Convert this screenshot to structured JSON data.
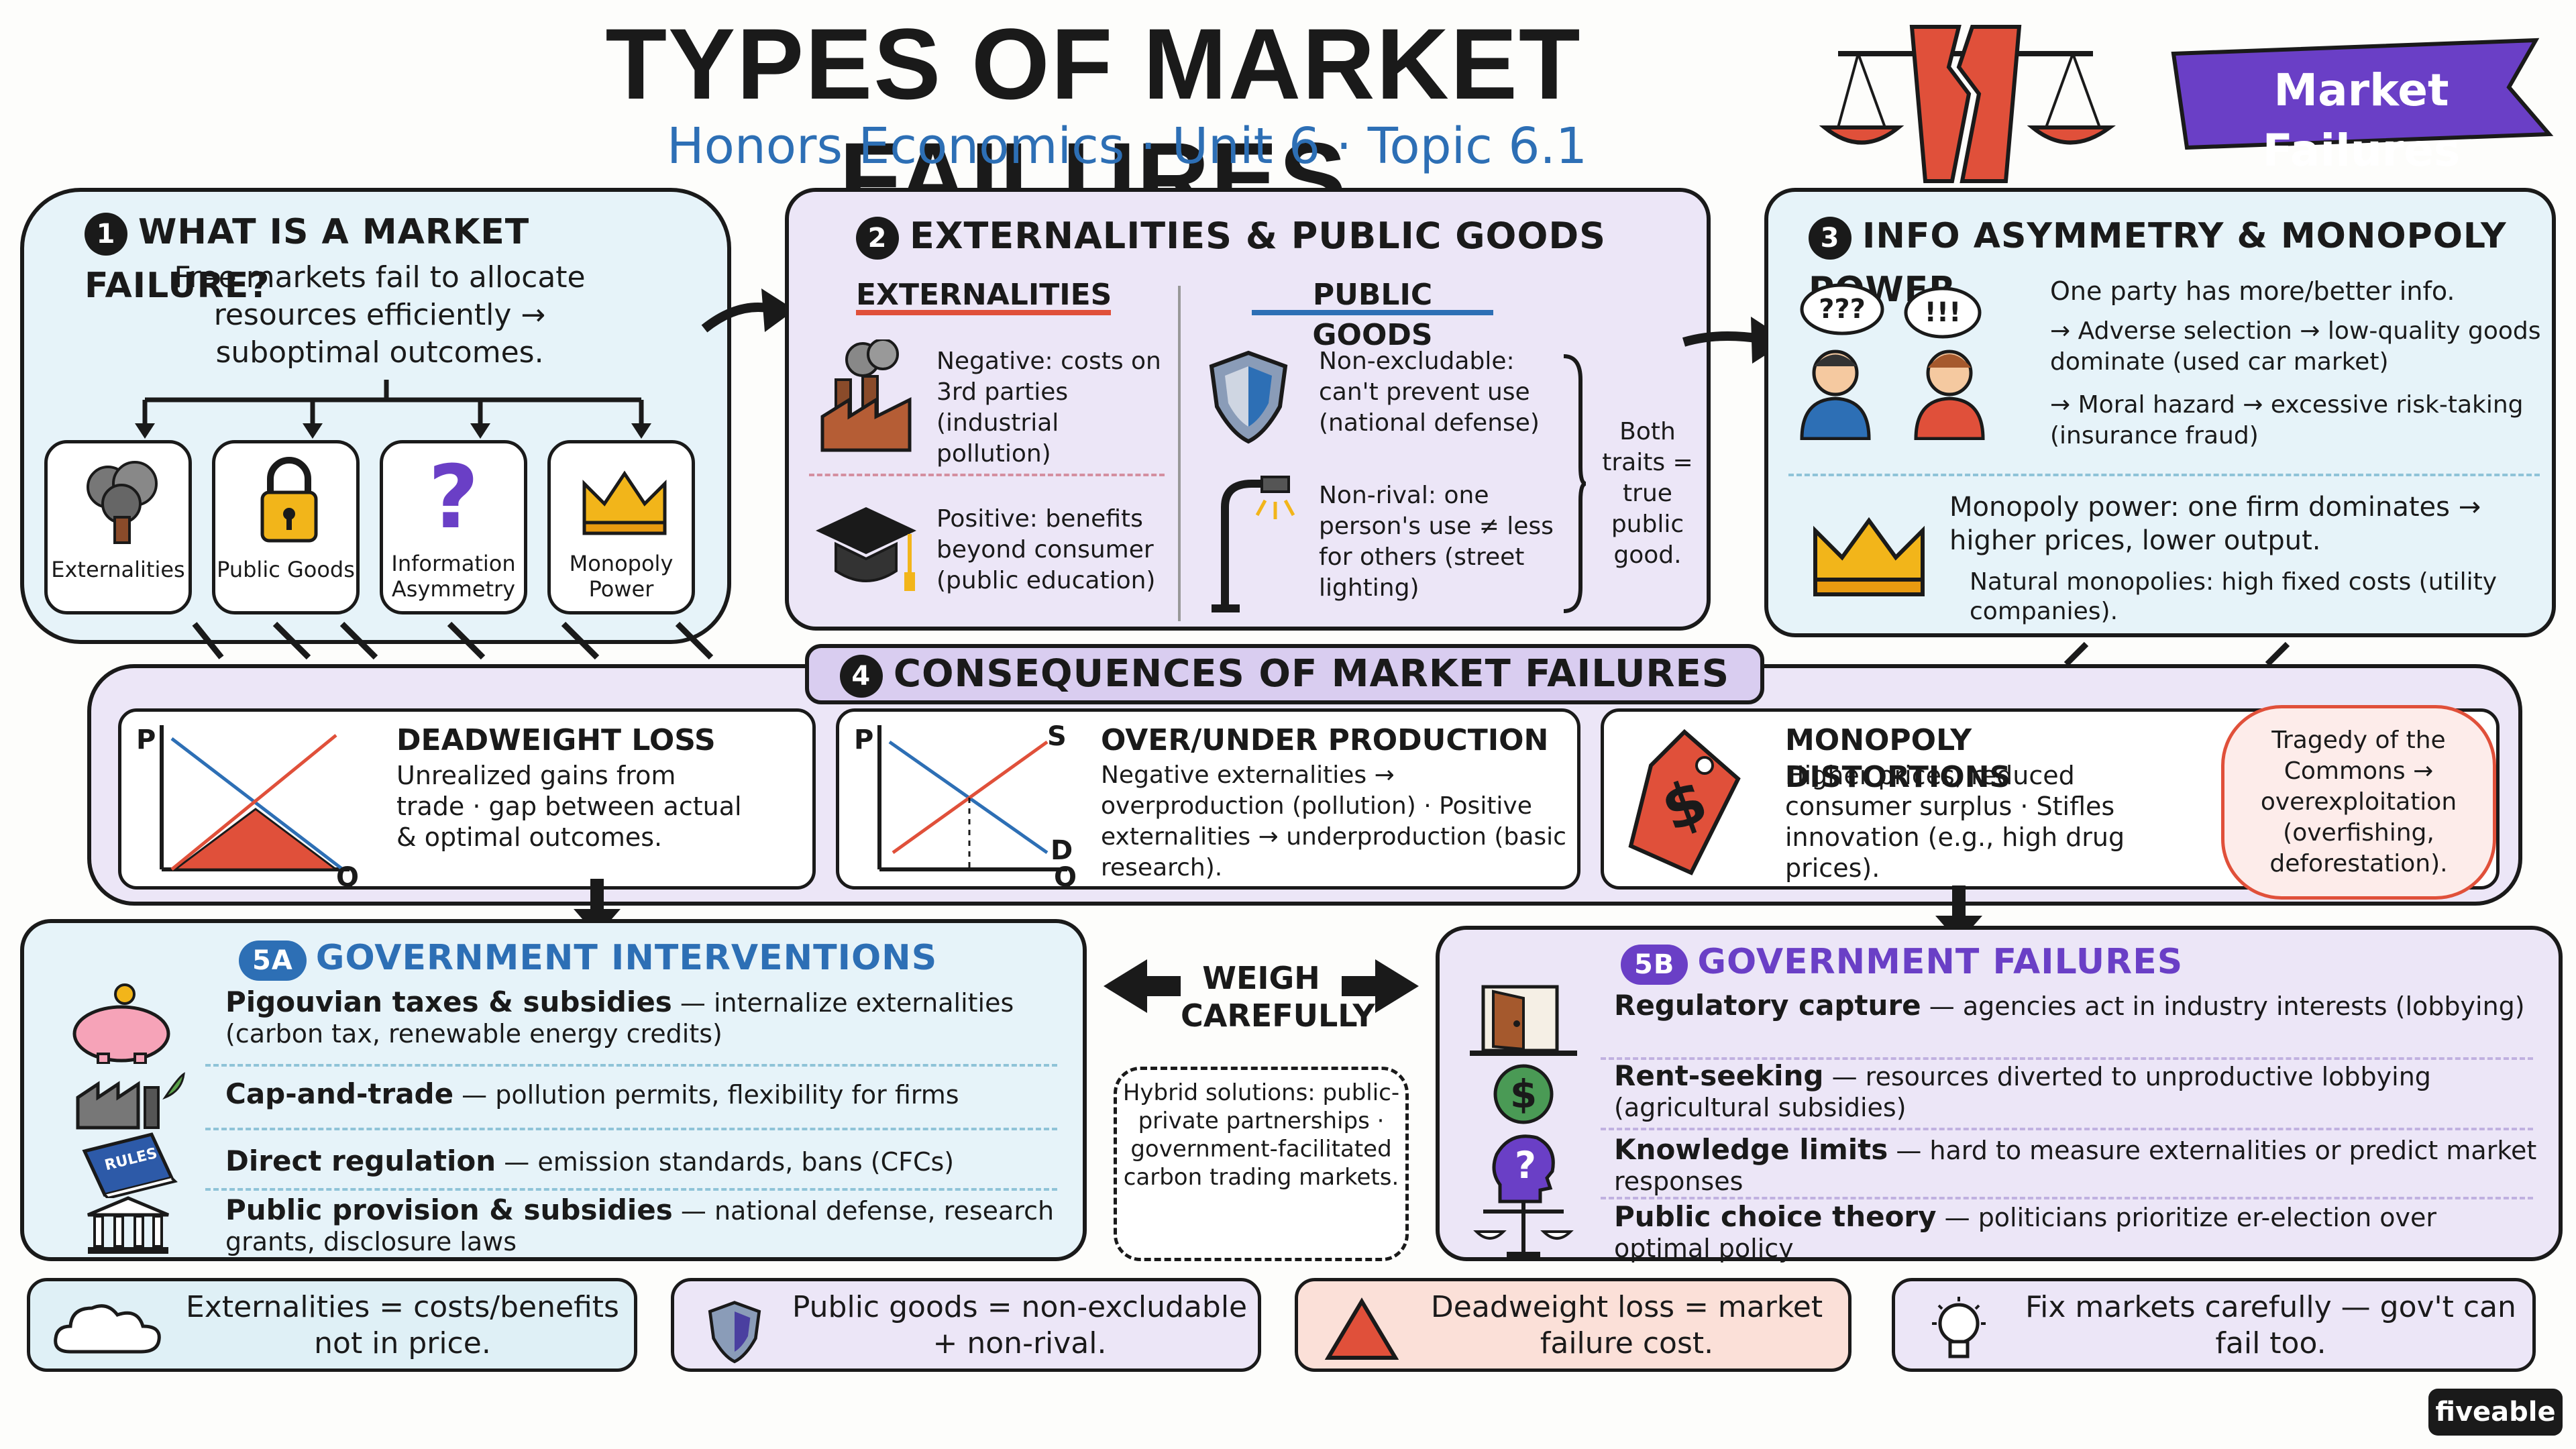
{
  "title": "TYPES OF MARKET FAILURES",
  "subtitle": "Honors Economics · Unit 6 · Topic 6.1",
  "banner": "Market Failures",
  "section1": {
    "num": "1",
    "heading": "WHAT IS A MARKET FAILURE?",
    "body": "Free markets fail to allocate resources efficiently → suboptimal outcomes.",
    "types": [
      "Externalities",
      "Public Goods",
      "Information Asymmetry",
      "Monopoly Power"
    ]
  },
  "section2": {
    "num": "2",
    "heading": "EXTERNALITIES & PUBLIC GOODS",
    "ext_heading": "EXTERNALITIES",
    "ext_negative": "Negative: costs on 3rd parties (industrial pollution)",
    "ext_positive": "Positive: benefits beyond consumer (public education)",
    "pg_heading": "PUBLIC GOODS",
    "pg_nonexcl": "Non-excludable: can't prevent use (national defense)",
    "pg_nonrival": "Non-rival: one person's use ≠ less for others (street lighting)",
    "pg_both": "Both traits = true public good."
  },
  "section3": {
    "num": "3",
    "heading": "INFO ASYMMETRY & MONOPOLY POWER",
    "bubble1": "???",
    "bubble2": "!!!",
    "intro": "One party has more/better info.",
    "adverse": "→ Adverse selection → low-quality goods dominate (used car market)",
    "moral": "→ Moral hazard → excessive risk-taking (insurance fraud)",
    "monopoly": "Monopoly power: one firm dominates → higher prices, lower output.",
    "natural": "Natural monopolies: high fixed costs (utility companies)."
  },
  "section4": {
    "num": "4",
    "heading": "CONSEQUENCES OF MARKET FAILURES",
    "dwl_heading": "DEADWEIGHT LOSS",
    "dwl_body": "Unrealized gains from trade · gap between actual & optimal outcomes.",
    "prod_heading": "OVER/UNDER PRODUCTION",
    "prod_body": "Negative externalities → overproduction (pollution) · Positive externalities → underproduction (basic research).",
    "mono_heading": "MONOPOLY DISTORTIONS",
    "mono_body": "Higher prices, reduced consumer surplus · Stifles innovation (e.g., high drug prices).",
    "tragedy": "Tragedy of the Commons → overexploitation (overfishing, deforestation).",
    "axis_p": "P",
    "axis_q": "Q",
    "axis_s": "S",
    "axis_d": "D",
    "price_tag": "$"
  },
  "section5a": {
    "num": "5A",
    "heading": "GOVERNMENT INTERVENTIONS",
    "items": [
      {
        "bold": "Pigouvian taxes & subsidies",
        "rest": " — internalize externalities (carbon tax, renewable energy credits)"
      },
      {
        "bold": "Cap-and-trade",
        "rest": " — pollution permits, flexibility for firms"
      },
      {
        "bold": "Direct regulation",
        "rest": " — emission standards, bans (CFCs)"
      },
      {
        "bold": "Public provision & subsidies",
        "rest": " — national defense, research grants, disclosure laws"
      }
    ],
    "rules_label": "RULES"
  },
  "weigh": "WEIGH CAREFULLY",
  "hybrid": "Hybrid solutions: public-private partnerships · government-facilitated carbon trading markets.",
  "section5b": {
    "num": "5B",
    "heading": "GOVERNMENT FAILURES",
    "items": [
      {
        "bold": "Regulatory capture",
        "rest": " — agencies act in industry interests (lobbying)"
      },
      {
        "bold": "Rent-seeking",
        "rest": " — resources diverted to unproductive lobbying (agricultural subsidies)"
      },
      {
        "bold": "Knowledge limits",
        "rest": " — hard to measure externalities or predict market responses"
      },
      {
        "bold": "Public choice theory",
        "rest": " — politicians prioritize er-election over optimal policy"
      }
    ]
  },
  "footer": [
    "Externalities = costs/benefits not in price.",
    "Public goods = non-excludable + non-rival.",
    "Deadweight loss = market failure cost.",
    "Fix markets carefully — gov't can fail too."
  ],
  "brand": "fiveable",
  "colors": {
    "blue_panel": "#e6f3f9",
    "purple_panel": "#ece6f7",
    "accent_blue": "#2d6fb5",
    "accent_red": "#e0503a",
    "accent_purple": "#6a3fc6",
    "footer_red": "#fbe0d8"
  }
}
